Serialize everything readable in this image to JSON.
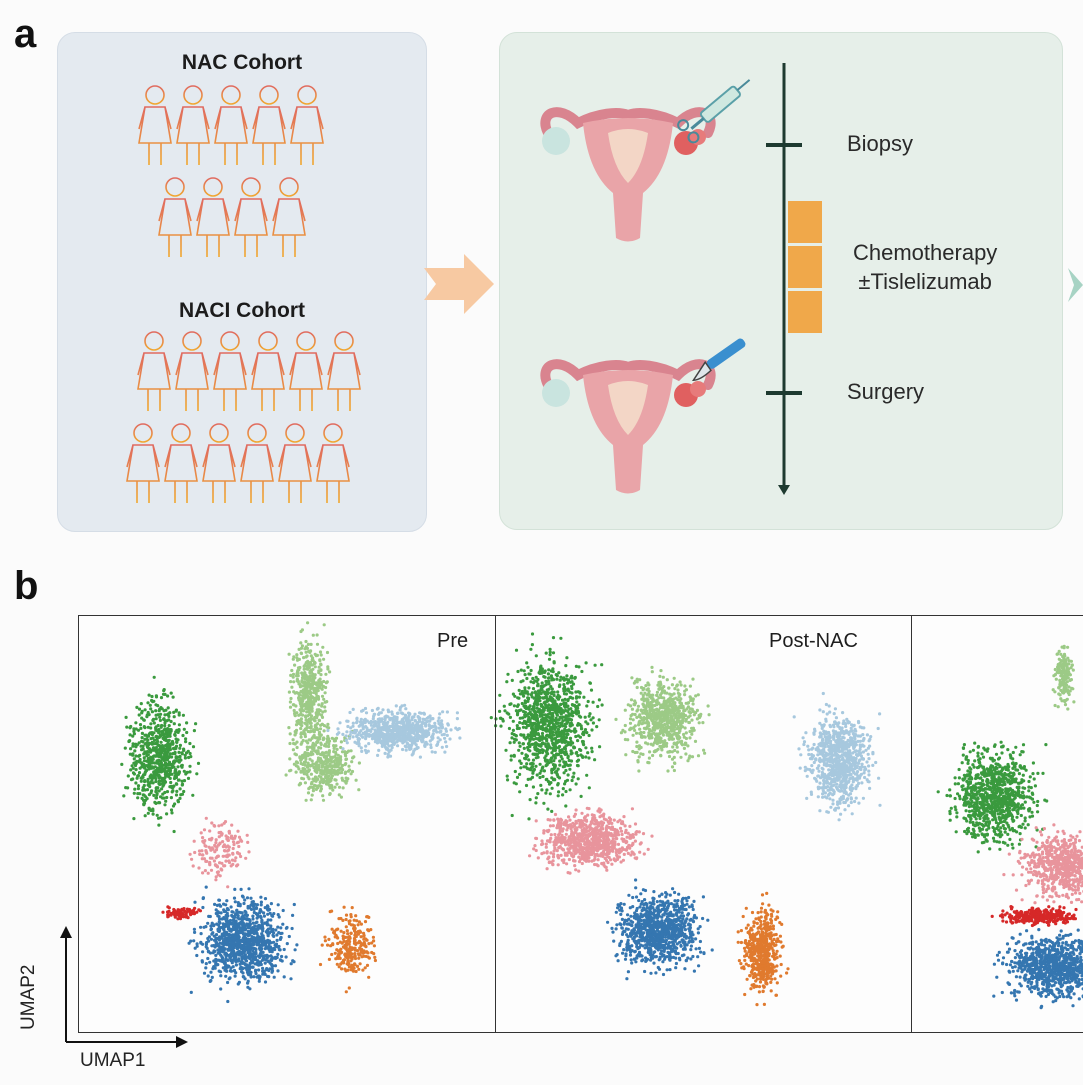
{
  "panels": {
    "a": "a",
    "b": "b"
  },
  "cohorts": [
    {
      "name": "NAC Cohort",
      "patients": 9
    },
    {
      "name": "NACI Cohort",
      "patients": 12
    }
  ],
  "timeline": {
    "steps": [
      {
        "label": "Biopsy"
      },
      {
        "label": "Chemotherapy\n±Tislelizumab"
      },
      {
        "label": "Surgery"
      }
    ],
    "icons": [
      "uterus-icon",
      "syringe-icon",
      "scalpel-icon"
    ]
  },
  "umap": {
    "panels": [
      {
        "title": "Pre"
      },
      {
        "title": "Post-NAC"
      },
      {
        "title": ""
      }
    ],
    "xlabel": "UMAP1",
    "ylabel": "UMAP2",
    "cluster_colors": [
      "#3a9a3e",
      "#9cca86",
      "#a7c8de",
      "#e8949c",
      "#d62828",
      "#3576b0",
      "#e07a2e"
    ]
  },
  "colors": {
    "cohort_bg": "#e4eaf0",
    "timeline_bg": "#e6efe9",
    "arrow": "#f7c9a2",
    "chemo_bar": "#f0a84a",
    "person_top": "#e06a60",
    "person_bottom": "#f0a830"
  }
}
